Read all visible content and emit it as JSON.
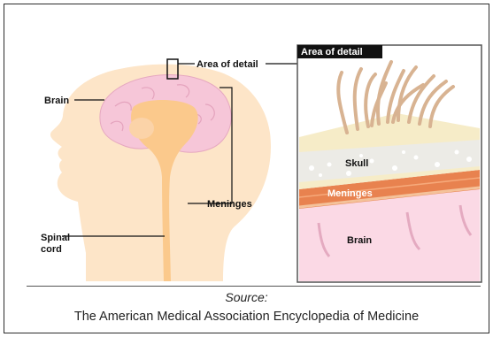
{
  "labels": {
    "area_of_detail": "Area of detail",
    "brain": "Brain",
    "meninges": "Meninges",
    "spinal": "Spinal",
    "cord": "cord"
  },
  "detail_panel": {
    "title": "Area of detail",
    "skull": "Skull",
    "meninges": "Meninges",
    "brain": "Brain"
  },
  "source": {
    "label": "Source:",
    "text": "The American Medical Association Encyclopedia of Medicine"
  },
  "colors": {
    "skin": "#fde5c8",
    "brain": "#f6c6d8",
    "spinal": "#fbc98c",
    "meninges": "#e8824f",
    "skull": "#f6ecc8",
    "hair": "#d8b392"
  }
}
